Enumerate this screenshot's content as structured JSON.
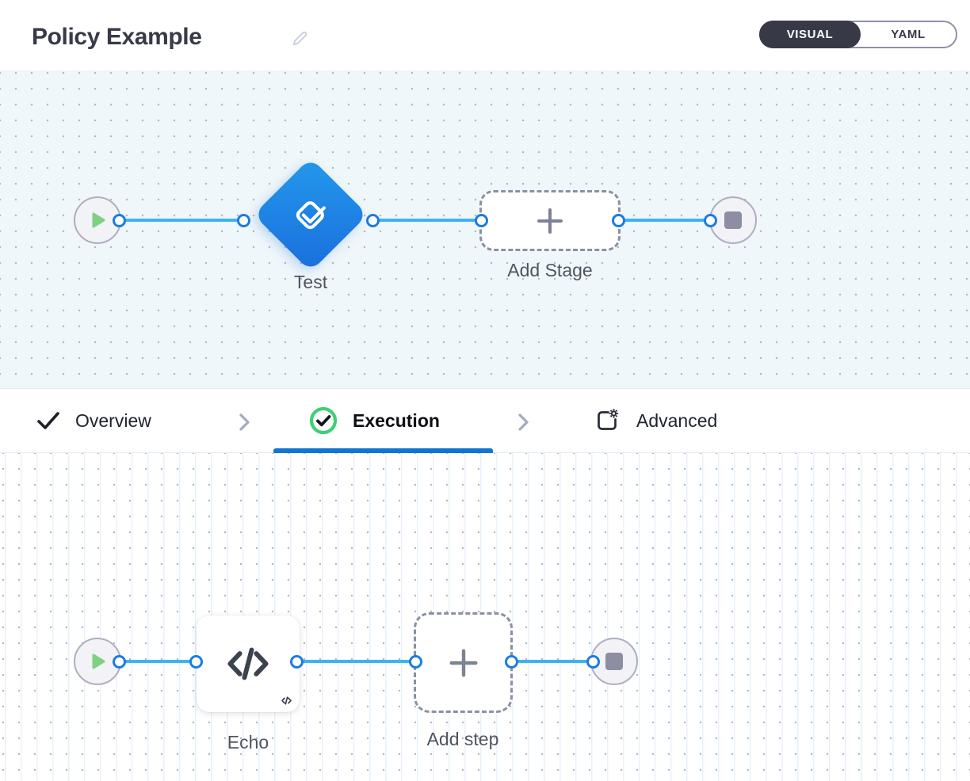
{
  "header": {
    "title": "Policy Example",
    "view_toggle": {
      "options": [
        "VISUAL",
        "YAML"
      ],
      "active": "VISUAL"
    }
  },
  "stage_canvas": {
    "stage": {
      "label": "Test",
      "type": "approval-stage"
    },
    "add_stage_label": "Add Stage"
  },
  "tabs": {
    "items": [
      {
        "label": "Overview",
        "state": "complete"
      },
      {
        "label": "Execution",
        "state": "active"
      },
      {
        "label": "Advanced",
        "state": "default"
      }
    ],
    "active": "Execution"
  },
  "step_canvas": {
    "step": {
      "label": "Echo",
      "type": "shell-script-step"
    },
    "add_step_label": "Add step"
  },
  "colors": {
    "stage_gradient_top": "#2398ec",
    "stage_gradient_bottom": "#1a6fdc",
    "edge_blue": "#3cb4f2",
    "port_blue": "#1b7ce2",
    "success_green": "#3ed073",
    "active_tab_underline": "#0f76d2",
    "toggle_dark": "#383946",
    "play_green": "#7dd181"
  },
  "icons": [
    "edit-icon",
    "approval-stage-icon",
    "play-icon",
    "stop-icon",
    "plus-icon",
    "check-icon",
    "check-circle-icon",
    "advanced-settings-icon",
    "chevron-right-icon",
    "code-icon"
  ]
}
